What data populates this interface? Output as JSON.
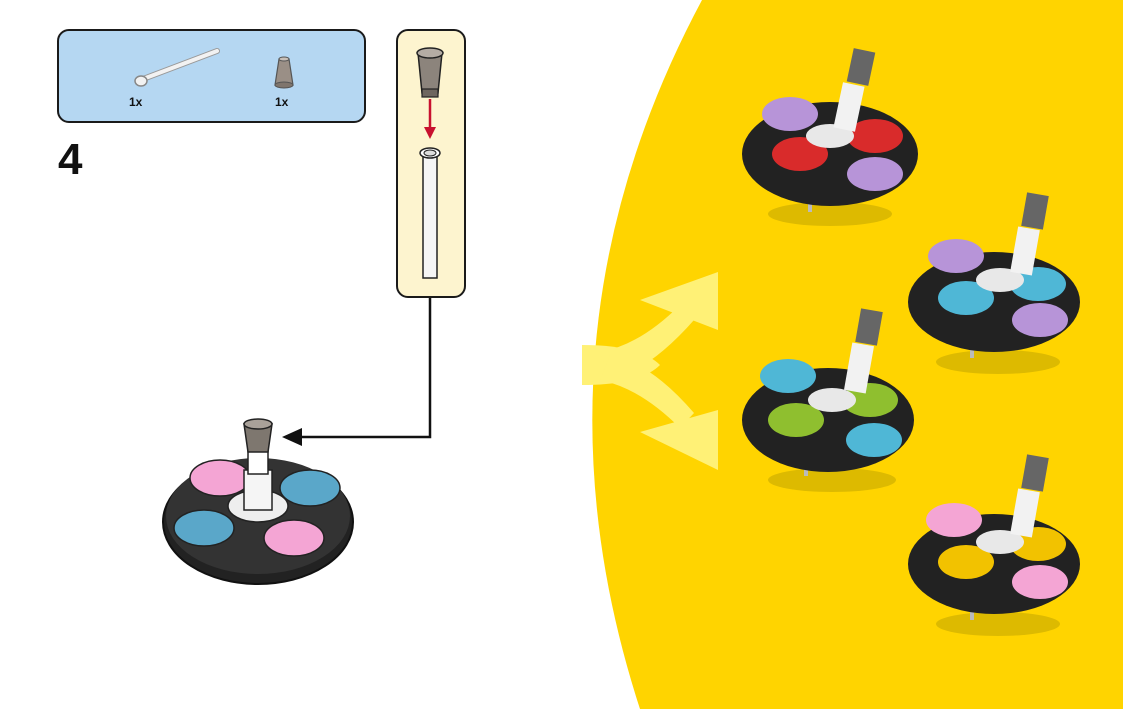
{
  "step": {
    "number": "4"
  },
  "parts_list": {
    "items": [
      {
        "icon": "bar-piece-icon",
        "quantity": "1x"
      },
      {
        "icon": "cone-piece-icon",
        "quantity": "1x"
      }
    ]
  },
  "colors": {
    "accent_yellow": "#ffd400",
    "parts_box_blue": "#b5d7f2",
    "subassembly_cream": "#fdf4cf",
    "arrow_red": "#c8102e"
  }
}
